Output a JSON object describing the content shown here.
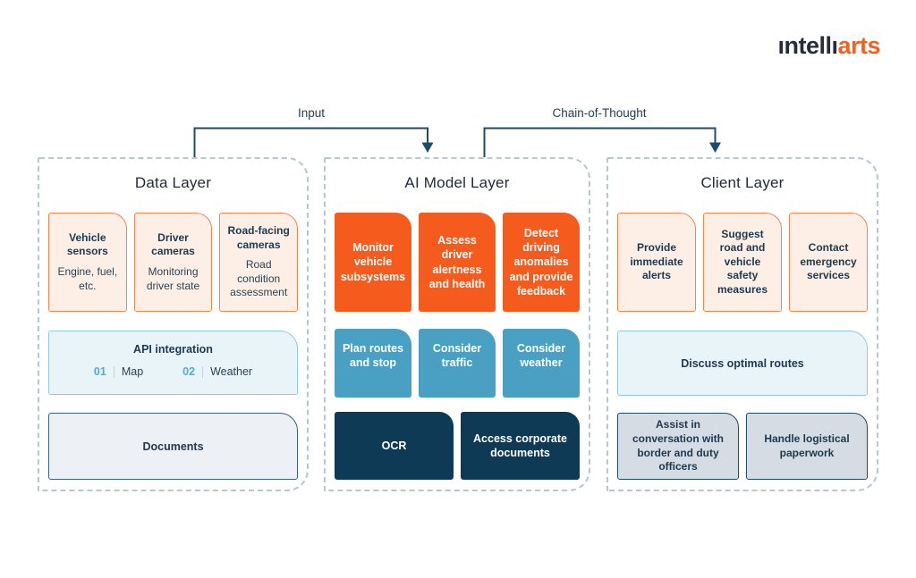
{
  "logo": {
    "part1": "ıntellı",
    "part2": "arts"
  },
  "flow_labels": {
    "input": "Input",
    "chain": "Chain-of-Thought"
  },
  "colors": {
    "orange": "#f65b1e",
    "peach_fill": "#fdefe6",
    "peach_border": "#f4834e",
    "teal": "#4aa0c2",
    "navy_card": "#0e3a55",
    "lightblue_fill": "#e9f4f9",
    "lightblue_border": "#92cbdf",
    "gray_fill": "#d5dce3",
    "dash_border": "#b5c7d0",
    "arrow": "#1a4e68",
    "text_navy": "#1d3950",
    "accent_blue": "#4baed6"
  },
  "layers": [
    {
      "title": "Data Layer",
      "cards": [
        {
          "title": "Vehicle sensors",
          "subtitle": "Engine, fuel, etc."
        },
        {
          "title": "Driver cameras",
          "subtitle": "Monitoring driver state"
        },
        {
          "title": "Road-facing cameras",
          "subtitle": "Road condition assessment"
        }
      ],
      "api": {
        "title": "API integration",
        "items": [
          {
            "num": "01",
            "label": "Map"
          },
          {
            "num": "02",
            "label": "Weather"
          }
        ]
      },
      "documents": "Documents"
    },
    {
      "title": "AI Model Layer",
      "cards": [
        "Monitor vehicle subsystems",
        "Assess driver alertness and health",
        "Detect driving anomalies and provide feedback"
      ],
      "cards_row2": [
        "Plan routes and stop",
        "Consider traffic",
        "Consider weather"
      ],
      "cards_row3": [
        "OCR",
        "Access corporate documents"
      ]
    },
    {
      "title": "Client Layer",
      "cards": [
        "Provide immediate alerts",
        "Suggest road and vehicle safety measures",
        "Contact emergency services"
      ],
      "wide_box": "Discuss optimal routes",
      "cards_row3": [
        "Assist in conversation with border and duty officers",
        "Handle logistical paperwork"
      ]
    }
  ]
}
